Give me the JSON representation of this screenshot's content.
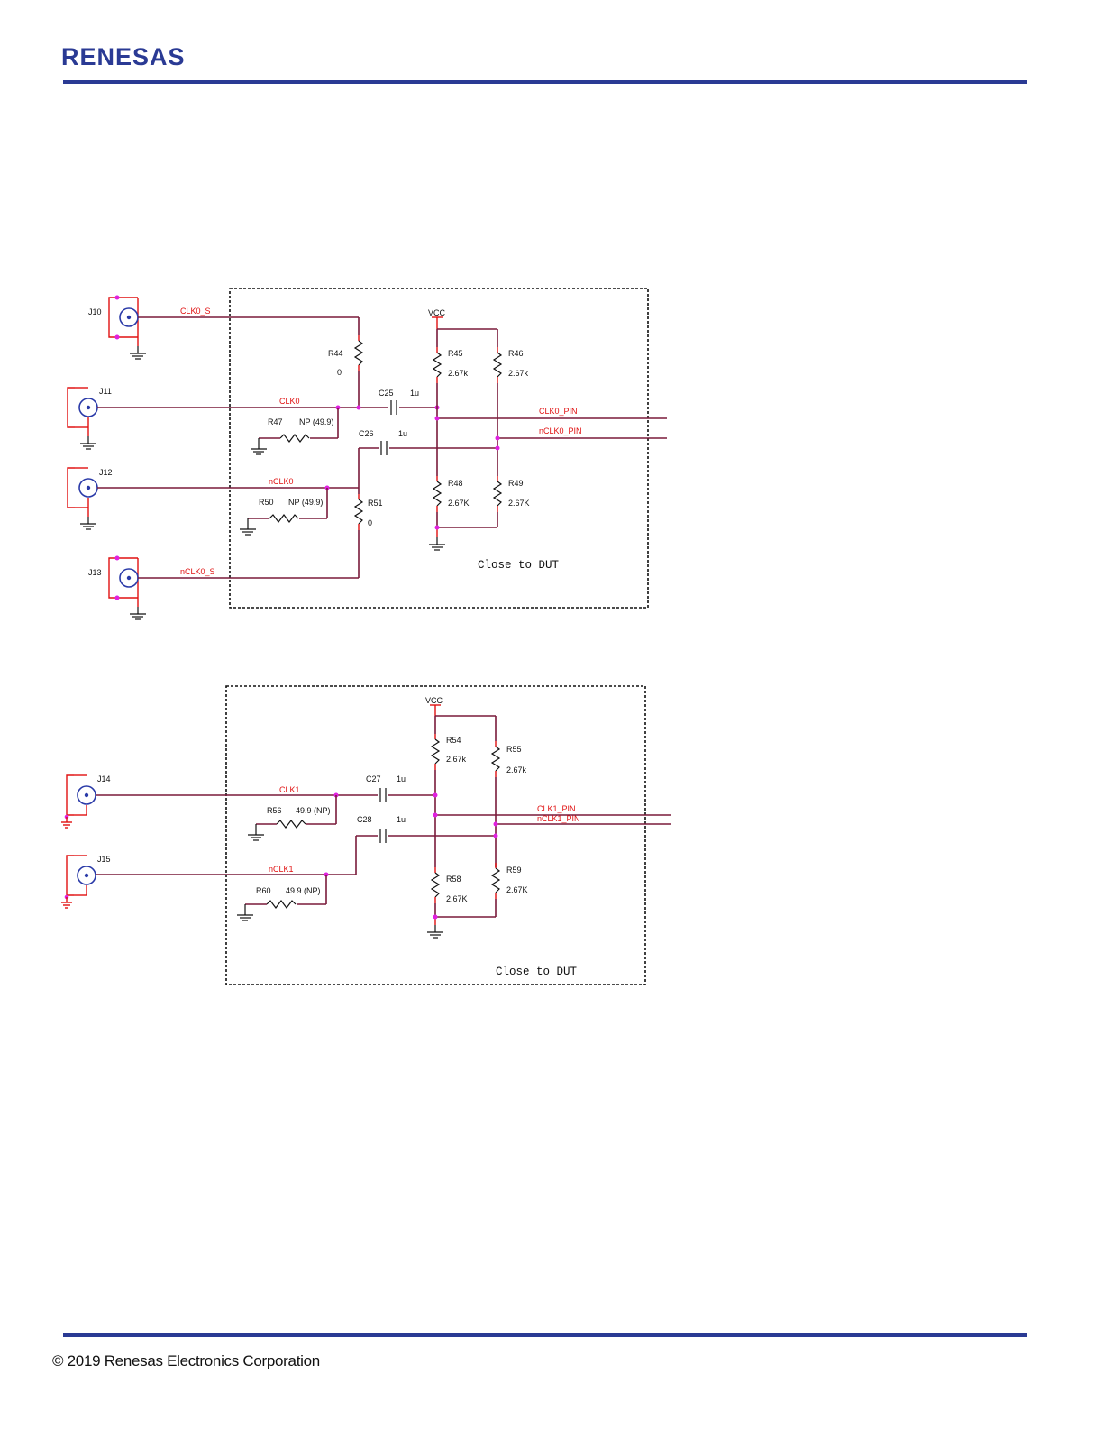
{
  "header": {
    "logo_text": "RENESAS"
  },
  "footer": {
    "copyright": "© 2019 Renesas Electronics Corporation"
  },
  "schematic1": {
    "note": "Close to DUT",
    "connectors": [
      "J10",
      "J11",
      "J12",
      "J13"
    ],
    "nets": {
      "clk0_s": "CLK0_S",
      "clk0": "CLK0",
      "nclk0": "nCLK0",
      "nclk0_s": "nCLK0_S",
      "clk0_pin": "CLK0_PIN",
      "nclk0_pin": "nCLK0_PIN",
      "vcc": "VCC"
    },
    "parts": {
      "r44": {
        "ref": "R44",
        "value": "0"
      },
      "r45": {
        "ref": "R45",
        "value": "2.67k"
      },
      "r46": {
        "ref": "R46",
        "value": "2.67k"
      },
      "r47": {
        "ref": "R47",
        "value": "NP (49.9)"
      },
      "r48": {
        "ref": "R48",
        "value": "2.67K"
      },
      "r49": {
        "ref": "R49",
        "value": "2.67K"
      },
      "r50": {
        "ref": "R50",
        "value": "NP (49.9)"
      },
      "r51": {
        "ref": "R51",
        "value": "0"
      },
      "c25": {
        "ref": "C25",
        "value": "1u"
      },
      "c26": {
        "ref": "C26",
        "value": "1u"
      }
    }
  },
  "schematic2": {
    "note": "Close to DUT",
    "connectors": [
      "J14",
      "J15"
    ],
    "nets": {
      "clk1": "CLK1",
      "nclk1": "nCLK1",
      "clk1_pin": "CLK1_PIN",
      "nclk1_pin": "nCLK1_PIN",
      "vcc": "VCC"
    },
    "parts": {
      "r54": {
        "ref": "R54",
        "value": "2.67k"
      },
      "r55": {
        "ref": "R55",
        "value": "2.67k"
      },
      "r56": {
        "ref": "R56",
        "value": "49.9 (NP)"
      },
      "r58": {
        "ref": "R58",
        "value": "2.67K"
      },
      "r59": {
        "ref": "R59",
        "value": "2.67K"
      },
      "r60": {
        "ref": "R60",
        "value": "49.9 (NP)"
      },
      "c27": {
        "ref": "C27",
        "value": "1u"
      },
      "c28": {
        "ref": "C28",
        "value": "1u"
      }
    }
  }
}
